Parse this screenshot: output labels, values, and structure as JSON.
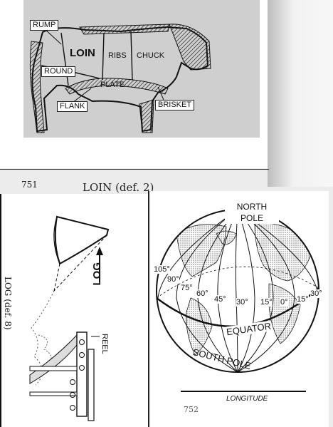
{
  "beef_cuts": {
    "rump": "RUMP",
    "loin": "LOIN",
    "ribs": "RIBS",
    "chuck": "CHUCK",
    "round": "ROUND",
    "plate": "PLATE",
    "flank": "FLANK",
    "brisket": "BRISKET"
  },
  "page_number_751": "751",
  "loin_heading": "LOIN (def. 2)",
  "log_vertical_caption": "LOG (def. 8)",
  "log": {
    "log_label": "LOG",
    "reel_label": "REEL"
  },
  "globe": {
    "north_pole": "NORTH POLE",
    "equator": "EQUATOR",
    "south_pole": "SOUTH POLE",
    "degrees": [
      "105°",
      "90°",
      "75°",
      "60°",
      "45°",
      "30°",
      "15°",
      "0°",
      "15°",
      "30°"
    ]
  },
  "longitude_caption": "LONGITUDE",
  "page_number_752": "752"
}
